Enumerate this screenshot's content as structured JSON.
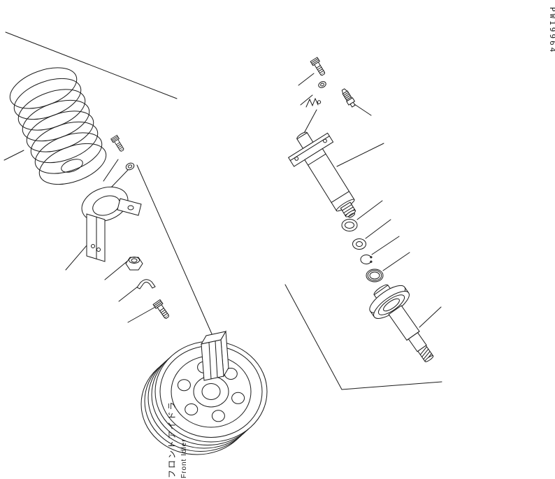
{
  "page": {
    "background": "#ffffff",
    "line_color": "#1a1a1a"
  },
  "labels": {
    "drawing_number": "PW19964",
    "part_name_ja": "フロントアイドラ",
    "part_name_en": "Front Idler"
  },
  "diagram": {
    "type": "exploded-parts-drawing",
    "assembly": "front idler with recoil spring",
    "part_shapes": [
      "recoil-spring",
      "spring-seat-bracket",
      "hex-bolt",
      "washer",
      "hex-nut",
      "clamp",
      "idler-wheel",
      "idler-bracket-block",
      "mounting-bolt",
      "lock-washer",
      "grease-fitting",
      "recoil-cylinder",
      "seal-ring",
      "o-ring",
      "snap-ring",
      "oil-seal",
      "idler-shaft"
    ]
  }
}
